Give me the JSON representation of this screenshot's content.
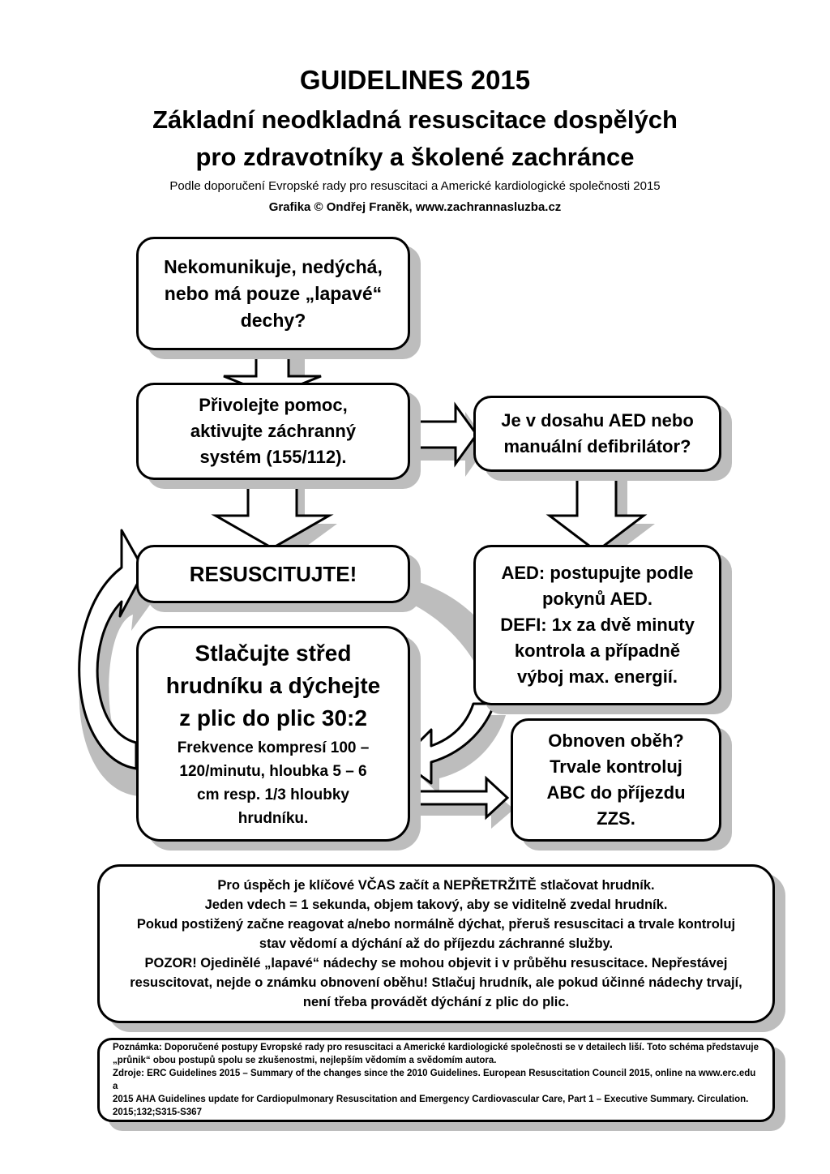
{
  "header": {
    "title": "GUIDELINES 2015",
    "subtitle_line1": "Základní neodkladná resuscitace dospělých",
    "subtitle_line2": "pro zdravotníky a školené zachránce",
    "source_line": "Podle doporučení Evropské rady pro resuscitaci a Americké kardiologické společnosti 2015",
    "credit_line": "Grafika © Ondřej Franěk, www.zachrannasluzba.cz"
  },
  "flow": {
    "question_lines": [
      "Nekomunikuje, nedýchá,",
      "nebo má pouze „lapavé“",
      "dechy?"
    ],
    "help_lines": [
      "Přivolejte pomoc,",
      "aktivujte záchranný",
      "systém (155/112)."
    ],
    "aed_question_lines": [
      "Je v dosahu AED nebo",
      "manuální defibrilátor?"
    ],
    "resuscitate": "RESUSCITUJTE!",
    "aed_instructions_lines": [
      "AED: postupujte podle",
      "pokynů AED.",
      "DEFI: 1x za dvě minuty",
      "kontrola a případně",
      "výboj max. energií."
    ],
    "compress_main_lines": [
      "Stlačujte střed",
      "hrudníku a dýchejte",
      "z plic do plic 30:2"
    ],
    "compress_detail_lines": [
      "Frekvence kompresí 100 –",
      "120/minutu, hloubka 5 – 6",
      "cm resp. 1/3 hloubky",
      "hrudníku."
    ],
    "restored_lines": [
      "Obnoven oběh?",
      "Trvale kontroluj",
      "ABC do příjezdu",
      "ZZS."
    ]
  },
  "notes": {
    "lines": [
      "Pro úspěch je klíčové VČAS začít a NEPŘETRŽITĚ stlačovat hrudník.",
      "Jeden vdech = 1 sekunda, objem takový, aby se viditelně zvedal hrudník.",
      "Pokud postižený začne reagovat a/nebo normálně dýchat, přeruš resuscitaci a trvale kontroluj",
      "stav vědomí a dýchání až do příjezdu záchranné služby.",
      "POZOR! Ojedinělé „lapavé“ nádechy se mohou objevit i v průběhu resuscitace. Nepřestávej",
      "resuscitovat, nejde o známku obnovení oběhu! Stlačuj hrudník, ale pokud účinné nádechy trvají,",
      "není třeba provádět dýchání z plic do plic."
    ]
  },
  "footnote": {
    "lines": [
      "Poznámka: Doporučené postupy Evropské rady pro resuscitaci a Americké kardiologické společnosti se v detailech liší. Toto schéma představuje",
      "„průnik“ obou postupů spolu se zkušenostmi, nejlepším vědomím a svědomím autora.",
      "Zdroje: ERC Guidelines 2015 – Summary of the changes since the 2010 Guidelines. European Resuscitation Council 2015, online na www.erc.edu a",
      "2015 AHA Guidelines update for Cardiopulmonary Resuscitation and Emergency Cardiovascular Care, Part 1 – Executive Summary. Circulation.",
      "2015;132;S315-S367"
    ]
  }
}
